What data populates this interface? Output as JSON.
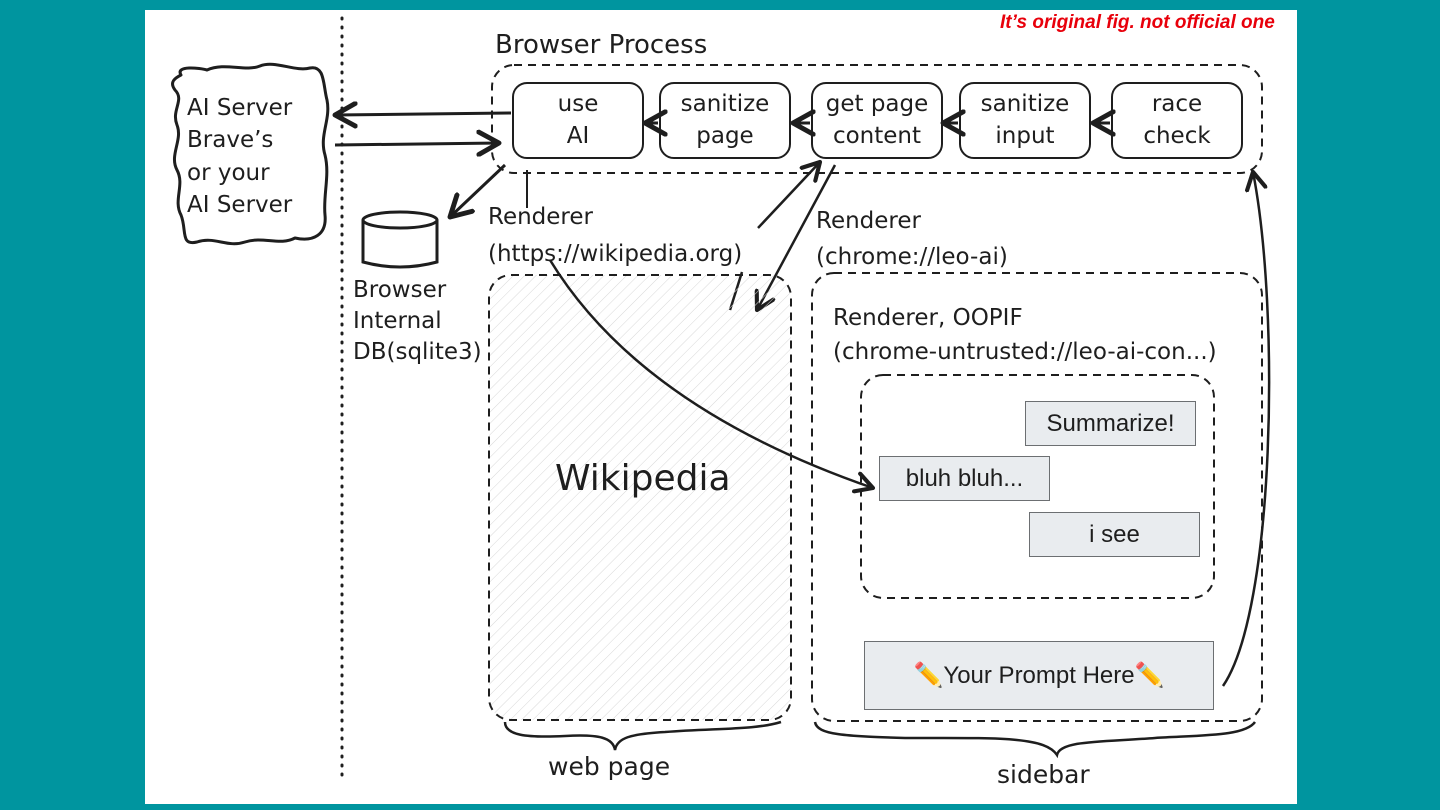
{
  "disclaimer": "It’s original fig. not official one",
  "browser_process": {
    "title": "Browser Process",
    "steps": [
      {
        "line1": "use",
        "line2": "AI"
      },
      {
        "line1": "sanitize",
        "line2": "page"
      },
      {
        "line1": "get page",
        "line2": "content"
      },
      {
        "line1": "sanitize",
        "line2": "input"
      },
      {
        "line1": "race",
        "line2": "check"
      }
    ]
  },
  "ai_server": [
    "AI Server",
    "Brave’s",
    "or your",
    "AI Server"
  ],
  "db": [
    "Browser",
    "Internal",
    "DB(sqlite3)"
  ],
  "renderer_web": {
    "line1": "Renderer",
    "line2": "(https://wikipedia.org)"
  },
  "renderer_sidebar": {
    "line1": "Renderer",
    "line2": "(chrome://leo-ai)"
  },
  "oopif": {
    "line1": "Renderer, OOPIF",
    "line2": "(chrome-untrusted://leo-ai-con...)"
  },
  "wikipedia_label": "Wikipedia",
  "chat": {
    "msg_user": "Summarize!",
    "msg_ai": "bluh bluh...",
    "msg_user2": "i see",
    "prompt": "✏️Your Prompt Here✏️"
  },
  "web_page_label": "web page",
  "sidebar_label": "sidebar"
}
